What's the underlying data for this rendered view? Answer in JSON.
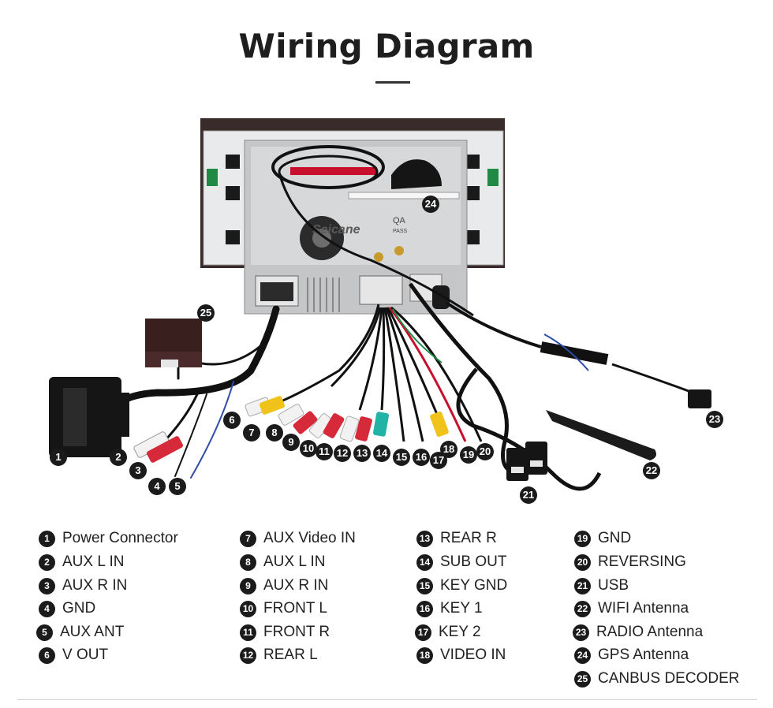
{
  "title": "Wiring Diagram",
  "unit_label": {
    "brand": "Seicane",
    "qa": "QA",
    "pass": "PASS"
  },
  "callouts": [
    "1",
    "2",
    "3",
    "4",
    "5",
    "6",
    "7",
    "8",
    "9",
    "10",
    "11",
    "12",
    "13",
    "14",
    "15",
    "16",
    "17",
    "18",
    "19",
    "20",
    "21",
    "22",
    "23",
    "24",
    "25"
  ],
  "legend": [
    {
      "num": "1",
      "label": "Power Connector"
    },
    {
      "num": "2",
      "label": "AUX L IN"
    },
    {
      "num": "3",
      "label": "AUX R IN"
    },
    {
      "num": "4",
      "label": "GND"
    },
    {
      "num": "5",
      "label": "AUX ANT"
    },
    {
      "num": "6",
      "label": "V OUT"
    },
    {
      "num": "7",
      "label": "AUX Video IN"
    },
    {
      "num": "8",
      "label": "AUX L IN"
    },
    {
      "num": "9",
      "label": "AUX R IN"
    },
    {
      "num": "10",
      "label": "FRONT L"
    },
    {
      "num": "11",
      "label": "FRONT R"
    },
    {
      "num": "12",
      "label": "REAR L"
    },
    {
      "num": "13",
      "label": "REAR R"
    },
    {
      "num": "14",
      "label": "SUB OUT"
    },
    {
      "num": "15",
      "label": "KEY GND"
    },
    {
      "num": "16",
      "label": "KEY 1"
    },
    {
      "num": "17",
      "label": "KEY 2"
    },
    {
      "num": "18",
      "label": "VIDEO IN"
    },
    {
      "num": "19",
      "label": "GND"
    },
    {
      "num": "20",
      "label": "REVERSING"
    },
    {
      "num": "21",
      "label": "USB"
    },
    {
      "num": "22",
      "label": "WIFI Antenna"
    },
    {
      "num": "23",
      "label": "RADIO Antenna"
    },
    {
      "num": "24",
      "label": "GPS Antenna"
    },
    {
      "num": "25",
      "label": "CANBUS DECODER"
    }
  ],
  "colors": {
    "rca_red": "#d62a3a",
    "rca_white": "#f2f2f2",
    "rca_yellow": "#f0c21a",
    "rca_teal": "#21b3a6",
    "wire": "#151515",
    "unit_body": "#c7c7c7",
    "bezel": "#2a2020"
  }
}
